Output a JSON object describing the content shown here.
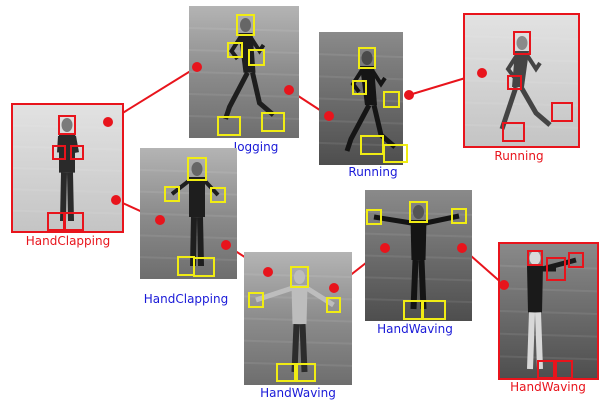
{
  "colors": {
    "reference": "#e8141c",
    "query": "#1a1ad8",
    "joint_box_query": "#f0ec14",
    "joint_box_reference": "#e8141c",
    "frame_bg": "#9a9a9a"
  },
  "frames": [
    {
      "id": "handclapping-ref",
      "label": "HandClapping",
      "kind": "reference"
    },
    {
      "id": "jogging",
      "label": "Jogging",
      "kind": "query"
    },
    {
      "id": "running-query",
      "label": "Running",
      "kind": "query"
    },
    {
      "id": "running-ref",
      "label": "Running",
      "kind": "reference"
    },
    {
      "id": "handclapping-query",
      "label": "HandClapping",
      "kind": "query"
    },
    {
      "id": "handwaving-query-1",
      "label": "HandWaving",
      "kind": "query"
    },
    {
      "id": "handwaving-query-2",
      "label": "HandWaving",
      "kind": "query"
    },
    {
      "id": "handwaving-ref",
      "label": "HandWaving",
      "kind": "reference"
    }
  ],
  "links": [
    {
      "from": "handclapping-ref",
      "to": "jogging"
    },
    {
      "from": "jogging",
      "to": "running-query"
    },
    {
      "from": "running-query",
      "to": "running-ref"
    },
    {
      "from": "handclapping-ref",
      "to": "handclapping-query"
    },
    {
      "from": "handclapping-query",
      "to": "handwaving-query-1"
    },
    {
      "from": "handwaving-query-1",
      "to": "handwaving-query-2"
    },
    {
      "from": "handwaving-query-2",
      "to": "handwaving-ref"
    }
  ]
}
